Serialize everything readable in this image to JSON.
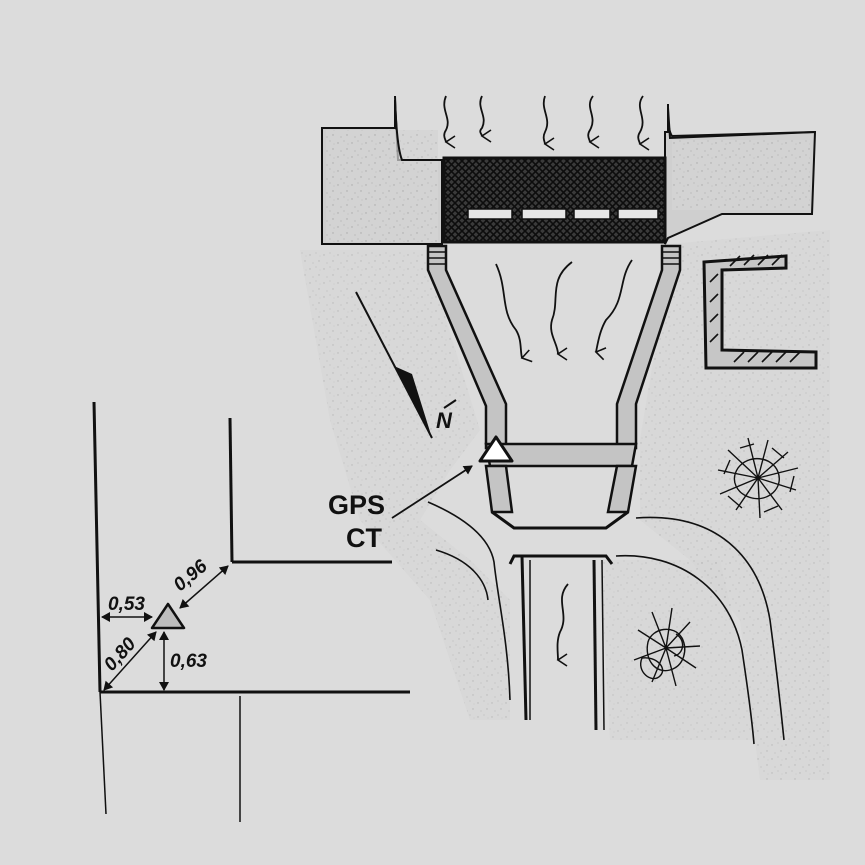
{
  "diagram": {
    "north_label": "N",
    "gps_label_line1": "GPS",
    "gps_label_line2": "CT",
    "dimensions": {
      "d1": "0,53",
      "d2": "0,96",
      "d3": "0,80",
      "d4": "0,63"
    },
    "colors": {
      "background": "#dcdcdc",
      "ink": "#111111",
      "wall_fill": "#c4c4c4",
      "speckle": "#9a9a9a"
    },
    "icons": {
      "gps_marker": "triangle-icon",
      "north_arrow": "north-arrow-icon",
      "flow": "wavy-arrow-icon",
      "plant": "shrub-icon"
    }
  }
}
